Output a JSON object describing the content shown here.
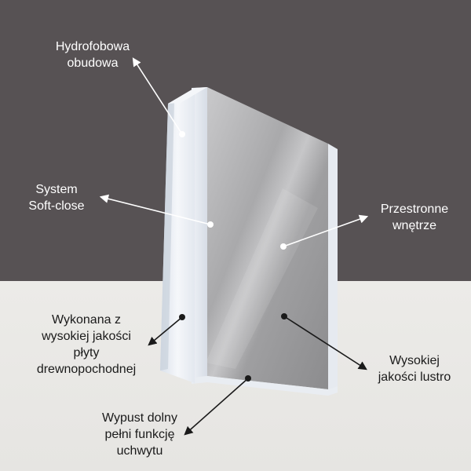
{
  "labels": {
    "hydrofobowa": [
      "Hydrofobowa",
      "obudowa"
    ],
    "softclose": [
      "System",
      "Soft-close"
    ],
    "przestronne": [
      "Przestronne",
      "wnętrze"
    ],
    "wykonana": [
      "Wykonana z",
      "wysokiej jakości",
      "płyty",
      "drewnopochodnej"
    ],
    "lustro": [
      "Wysokiej",
      "jakości lustro"
    ],
    "wypust": [
      "Wypust dolny",
      "pełni funkcję",
      "uchwytu"
    ]
  },
  "colors": {
    "wall": "#575254",
    "floor": "#ebeae7",
    "label_on_wall": "#ffffff",
    "label_on_floor": "#1a1a1a",
    "arrow_on_wall": "#ffffff",
    "arrow_on_floor": "#1a1a1a"
  }
}
